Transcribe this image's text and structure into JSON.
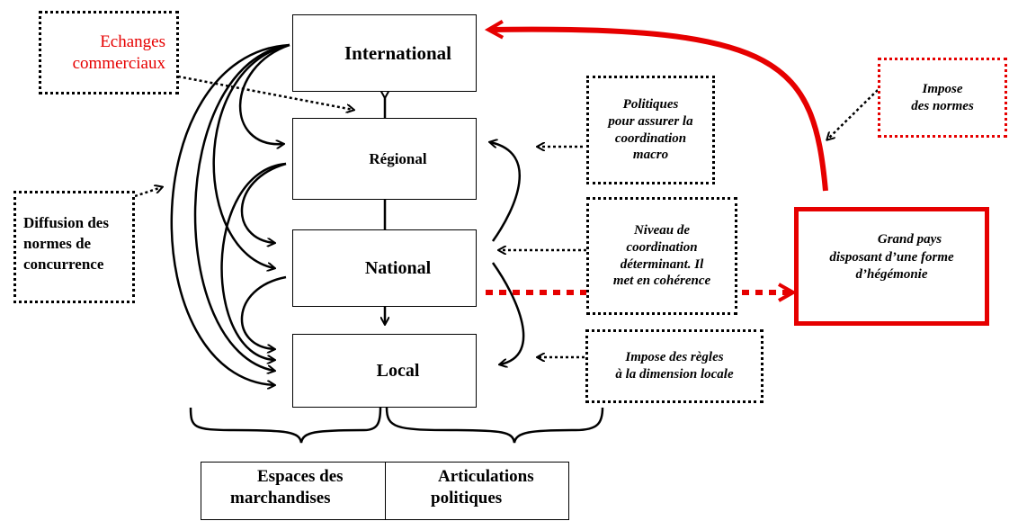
{
  "levels": {
    "international": "International",
    "regional": "Régional",
    "national": "National",
    "local": "Local"
  },
  "notes": {
    "echanges": [
      "Echanges",
      "commerciaux"
    ],
    "diffusion": [
      "Diffusion des",
      "normes de",
      "concurrence"
    ],
    "politiques": [
      "Politiques",
      "pour assurer la",
      "coordination",
      "macro"
    ],
    "niveau": [
      "Niveau de",
      "coordination",
      "déterminant. Il",
      "met en cohérence"
    ],
    "impose_regles": [
      "Impose des règles",
      "à la dimension locale"
    ],
    "impose_normes": [
      "Impose",
      "des normes"
    ],
    "grand_pays": [
      "Grand pays",
      "disposant d’une forme",
      "d’hégémonie"
    ]
  },
  "bottom": {
    "espaces": [
      "Espaces des",
      "marchandises"
    ],
    "articulations": [
      "Articulations",
      "politiques"
    ]
  },
  "colors": {
    "accent": "#e60000",
    "line": "#000000"
  }
}
